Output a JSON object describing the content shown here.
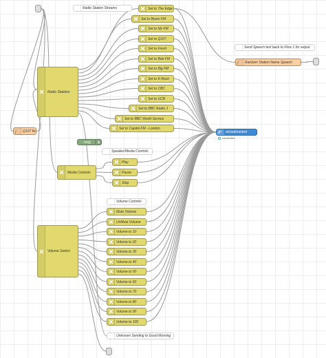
{
  "comments": {
    "radio_streams": "Radio Station Streams",
    "send_speech": "Send Speech text back to Flow 1 for output",
    "speaker_media": "Speaker/Media Controls",
    "volume_controls": "Volume Controls",
    "unknown": "Unknown Sending to Good Morning"
  },
  "functions": {
    "q107": "Q107 fix",
    "random_speech": "Random Station Name Speech"
  },
  "switches": {
    "radio_stations": "Radio Stations",
    "media_controls": "Media Controls",
    "volume_switch": "Volume Switch"
  },
  "radio_items": [
    "Set to The Edge",
    "Set to Boom FM",
    "Set to My FM",
    "Set to Q107",
    "Set to Fresh",
    "Set to Bob FM",
    "Set to Big FM",
    "Set to K-Rock",
    "Set to CBC",
    "Set to UCB",
    "Set to BBC Radio 1",
    "Set to BBC World Service",
    "Set to Capitol FM - London"
  ],
  "media_items": [
    "Play",
    "Pause",
    "Stop"
  ],
  "volume_items": [
    "Mute Volume",
    "UnMute Volume",
    "Volume to 10",
    "Volume to 20",
    "Volume to 30",
    "Volume to 40",
    "Volume to 50",
    "Volume to 60",
    "Volume to 70",
    "Volume to 80",
    "Volume to 90",
    "Volume to 100"
  ],
  "debug": {
    "label": "msg"
  },
  "mqtt": {
    "label": "vlc/out/control",
    "status": "connected"
  },
  "colors": {
    "change": "#e2d96e",
    "function": "#fdd0a2",
    "mqtt": "#3f8ad6",
    "wire": "#999999",
    "debug": "#87a980"
  }
}
